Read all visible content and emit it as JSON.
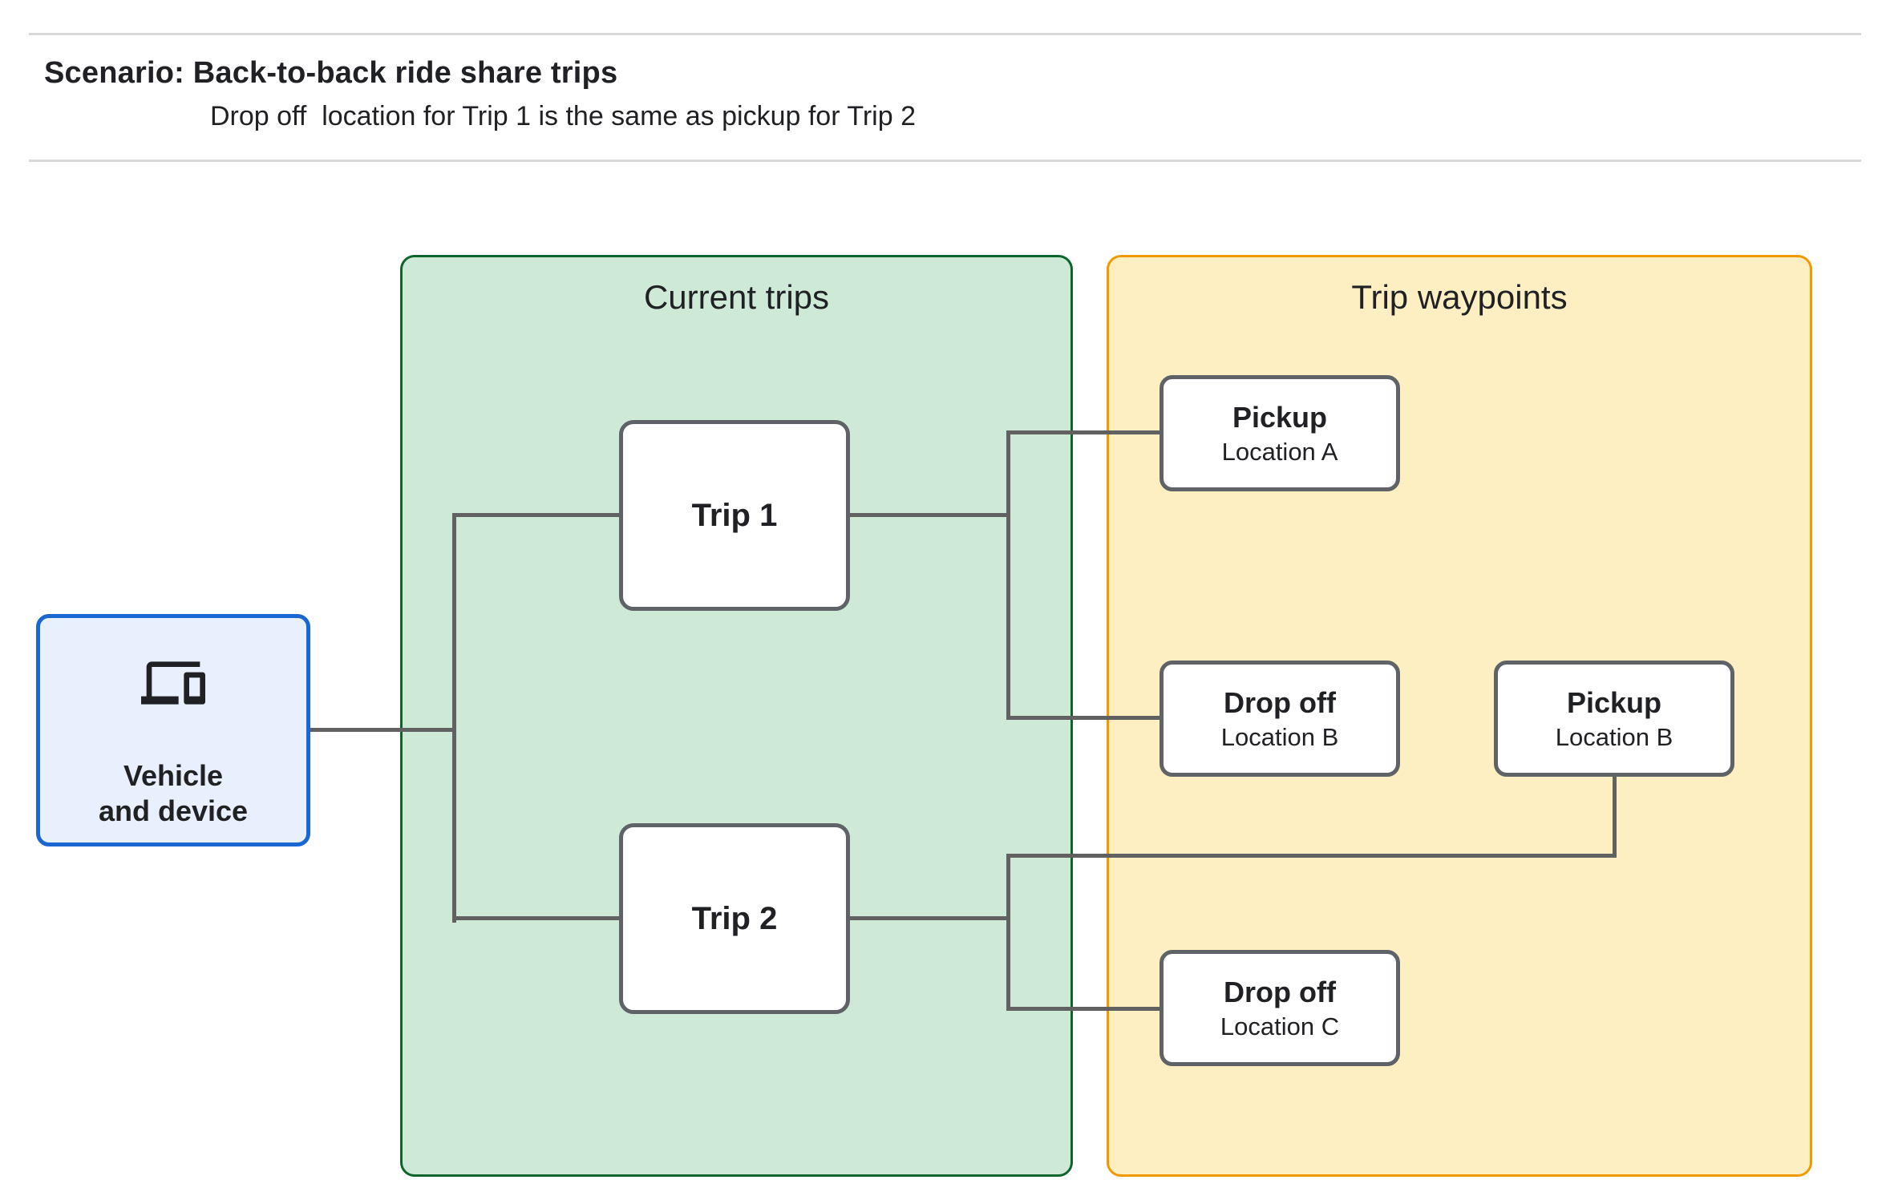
{
  "header": {
    "title": "Scenario: Back-to-back ride share trips",
    "subtitle": "Drop off  location for Trip 1 is the same as pickup for Trip 2"
  },
  "vehicle": {
    "icon": "devices-icon",
    "label_line1": "Vehicle",
    "label_line2": "and device"
  },
  "panels": {
    "current_trips": {
      "label": "Current trips"
    },
    "trip_waypoints": {
      "label": "Trip waypoints"
    }
  },
  "trips": {
    "trip1": {
      "label": "Trip 1"
    },
    "trip2": {
      "label": "Trip 2"
    }
  },
  "waypoints": {
    "pickup_a": {
      "title": "Pickup",
      "subtitle": "Location A"
    },
    "dropoff_b": {
      "title": "Drop off",
      "subtitle": "Location B"
    },
    "pickup_b": {
      "title": "Pickup",
      "subtitle": "Location B"
    },
    "dropoff_c": {
      "title": "Drop off",
      "subtitle": "Location C"
    }
  },
  "relations": [
    "Vehicle and device -> Trip 1",
    "Vehicle and device -> Trip 2",
    "Trip 1 -> Pickup Location A",
    "Trip 1 -> Drop off Location B",
    "Trip 2 -> Pickup Location B",
    "Trip 2 -> Drop off Location C"
  ],
  "colors": {
    "green-fill": "#CEEAD6",
    "green-border": "#0D652D",
    "yellow-fill": "#FEEFC3",
    "yellow-border": "#F29900",
    "blue-fill": "#E8F0FE",
    "blue-border": "#1967D2",
    "node-border": "#5F6368",
    "edge": "#616161",
    "text": "#202124",
    "divider": "#D9D9D9"
  }
}
